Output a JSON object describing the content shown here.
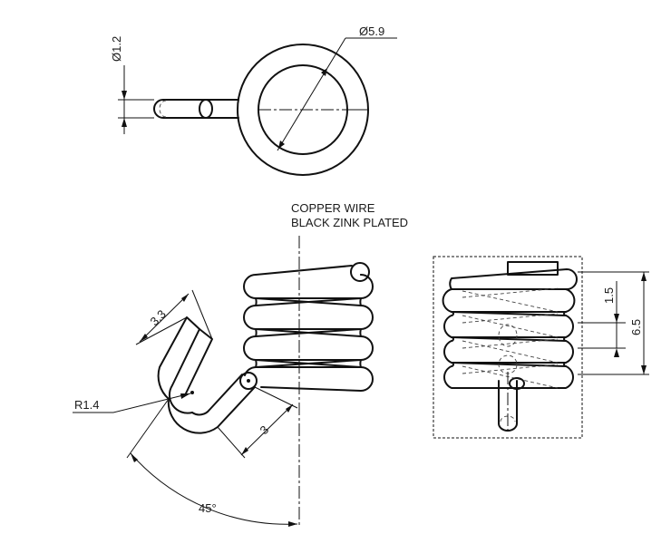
{
  "notes": {
    "line1": "COPPER WIRE",
    "line2": "BLACK ZINK PLATED"
  },
  "dimensions": {
    "wire_diameter": "Ø1.2",
    "coil_diameter": "Ø5.9",
    "bend_radius": "R1.4",
    "leg_length": "3.3",
    "leg_offset": "3",
    "angle": "45°",
    "pitch": "1.5",
    "body_length": "6.5"
  }
}
